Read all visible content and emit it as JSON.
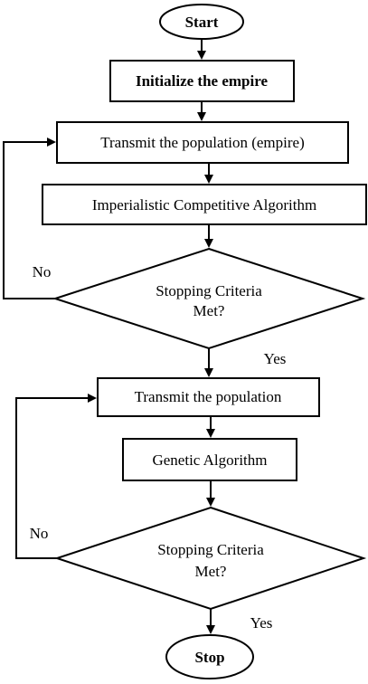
{
  "nodes": {
    "start": "Start",
    "init": "Initialize the empire",
    "transmit1": "Transmit the population (empire)",
    "ica": "Imperialistic Competitive Algorithm",
    "decision1": [
      "Stopping Criteria",
      "Met?"
    ],
    "transmit2": "Transmit the population",
    "ga": "Genetic Algorithm",
    "decision2": [
      "Stopping Criteria",
      "Met?"
    ],
    "stop": "Stop"
  },
  "edges": {
    "no1": "No",
    "yes1": "Yes",
    "no2": "No",
    "yes2": "Yes"
  }
}
